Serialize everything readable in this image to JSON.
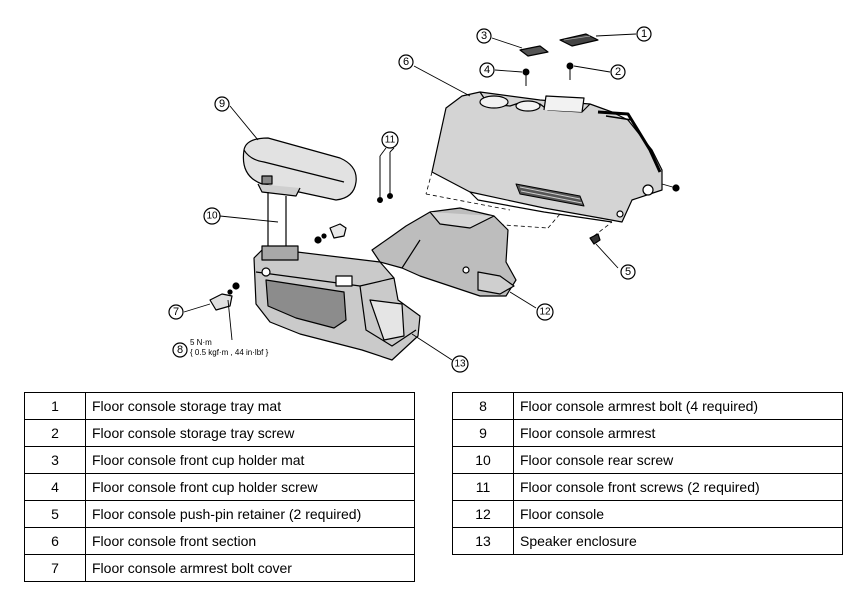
{
  "callouts": {
    "c1": "1",
    "c2": "2",
    "c3": "3",
    "c4": "4",
    "c5": "5",
    "c6": "6",
    "c7": "7",
    "c8": "8",
    "c9": "9",
    "c10": "10",
    "c11": "11",
    "c12": "12",
    "c13": "13"
  },
  "torque": {
    "line1": "5 N·m",
    "line2": "{ 0.5 kgf·m , 44 in·lbf }"
  },
  "parts_left": [
    {
      "num": "1",
      "desc": "Floor console storage tray mat"
    },
    {
      "num": "2",
      "desc": "Floor console storage tray screw"
    },
    {
      "num": "3",
      "desc": "Floor console front cup holder mat"
    },
    {
      "num": "4",
      "desc": "Floor console front cup holder screw"
    },
    {
      "num": "5",
      "desc": "Floor console push-pin retainer (2 required)"
    },
    {
      "num": "6",
      "desc": "Floor console front section"
    },
    {
      "num": "7",
      "desc": "Floor console armrest bolt cover"
    }
  ],
  "parts_right": [
    {
      "num": "8",
      "desc": "Floor console armrest bolt (4 required)"
    },
    {
      "num": "9",
      "desc": "Floor console armrest"
    },
    {
      "num": "10",
      "desc": "Floor console rear screw"
    },
    {
      "num": "11",
      "desc": "Floor console front screws (2 required)"
    },
    {
      "num": "12",
      "desc": "Floor console"
    },
    {
      "num": "13",
      "desc": "Speaker enclosure"
    }
  ]
}
